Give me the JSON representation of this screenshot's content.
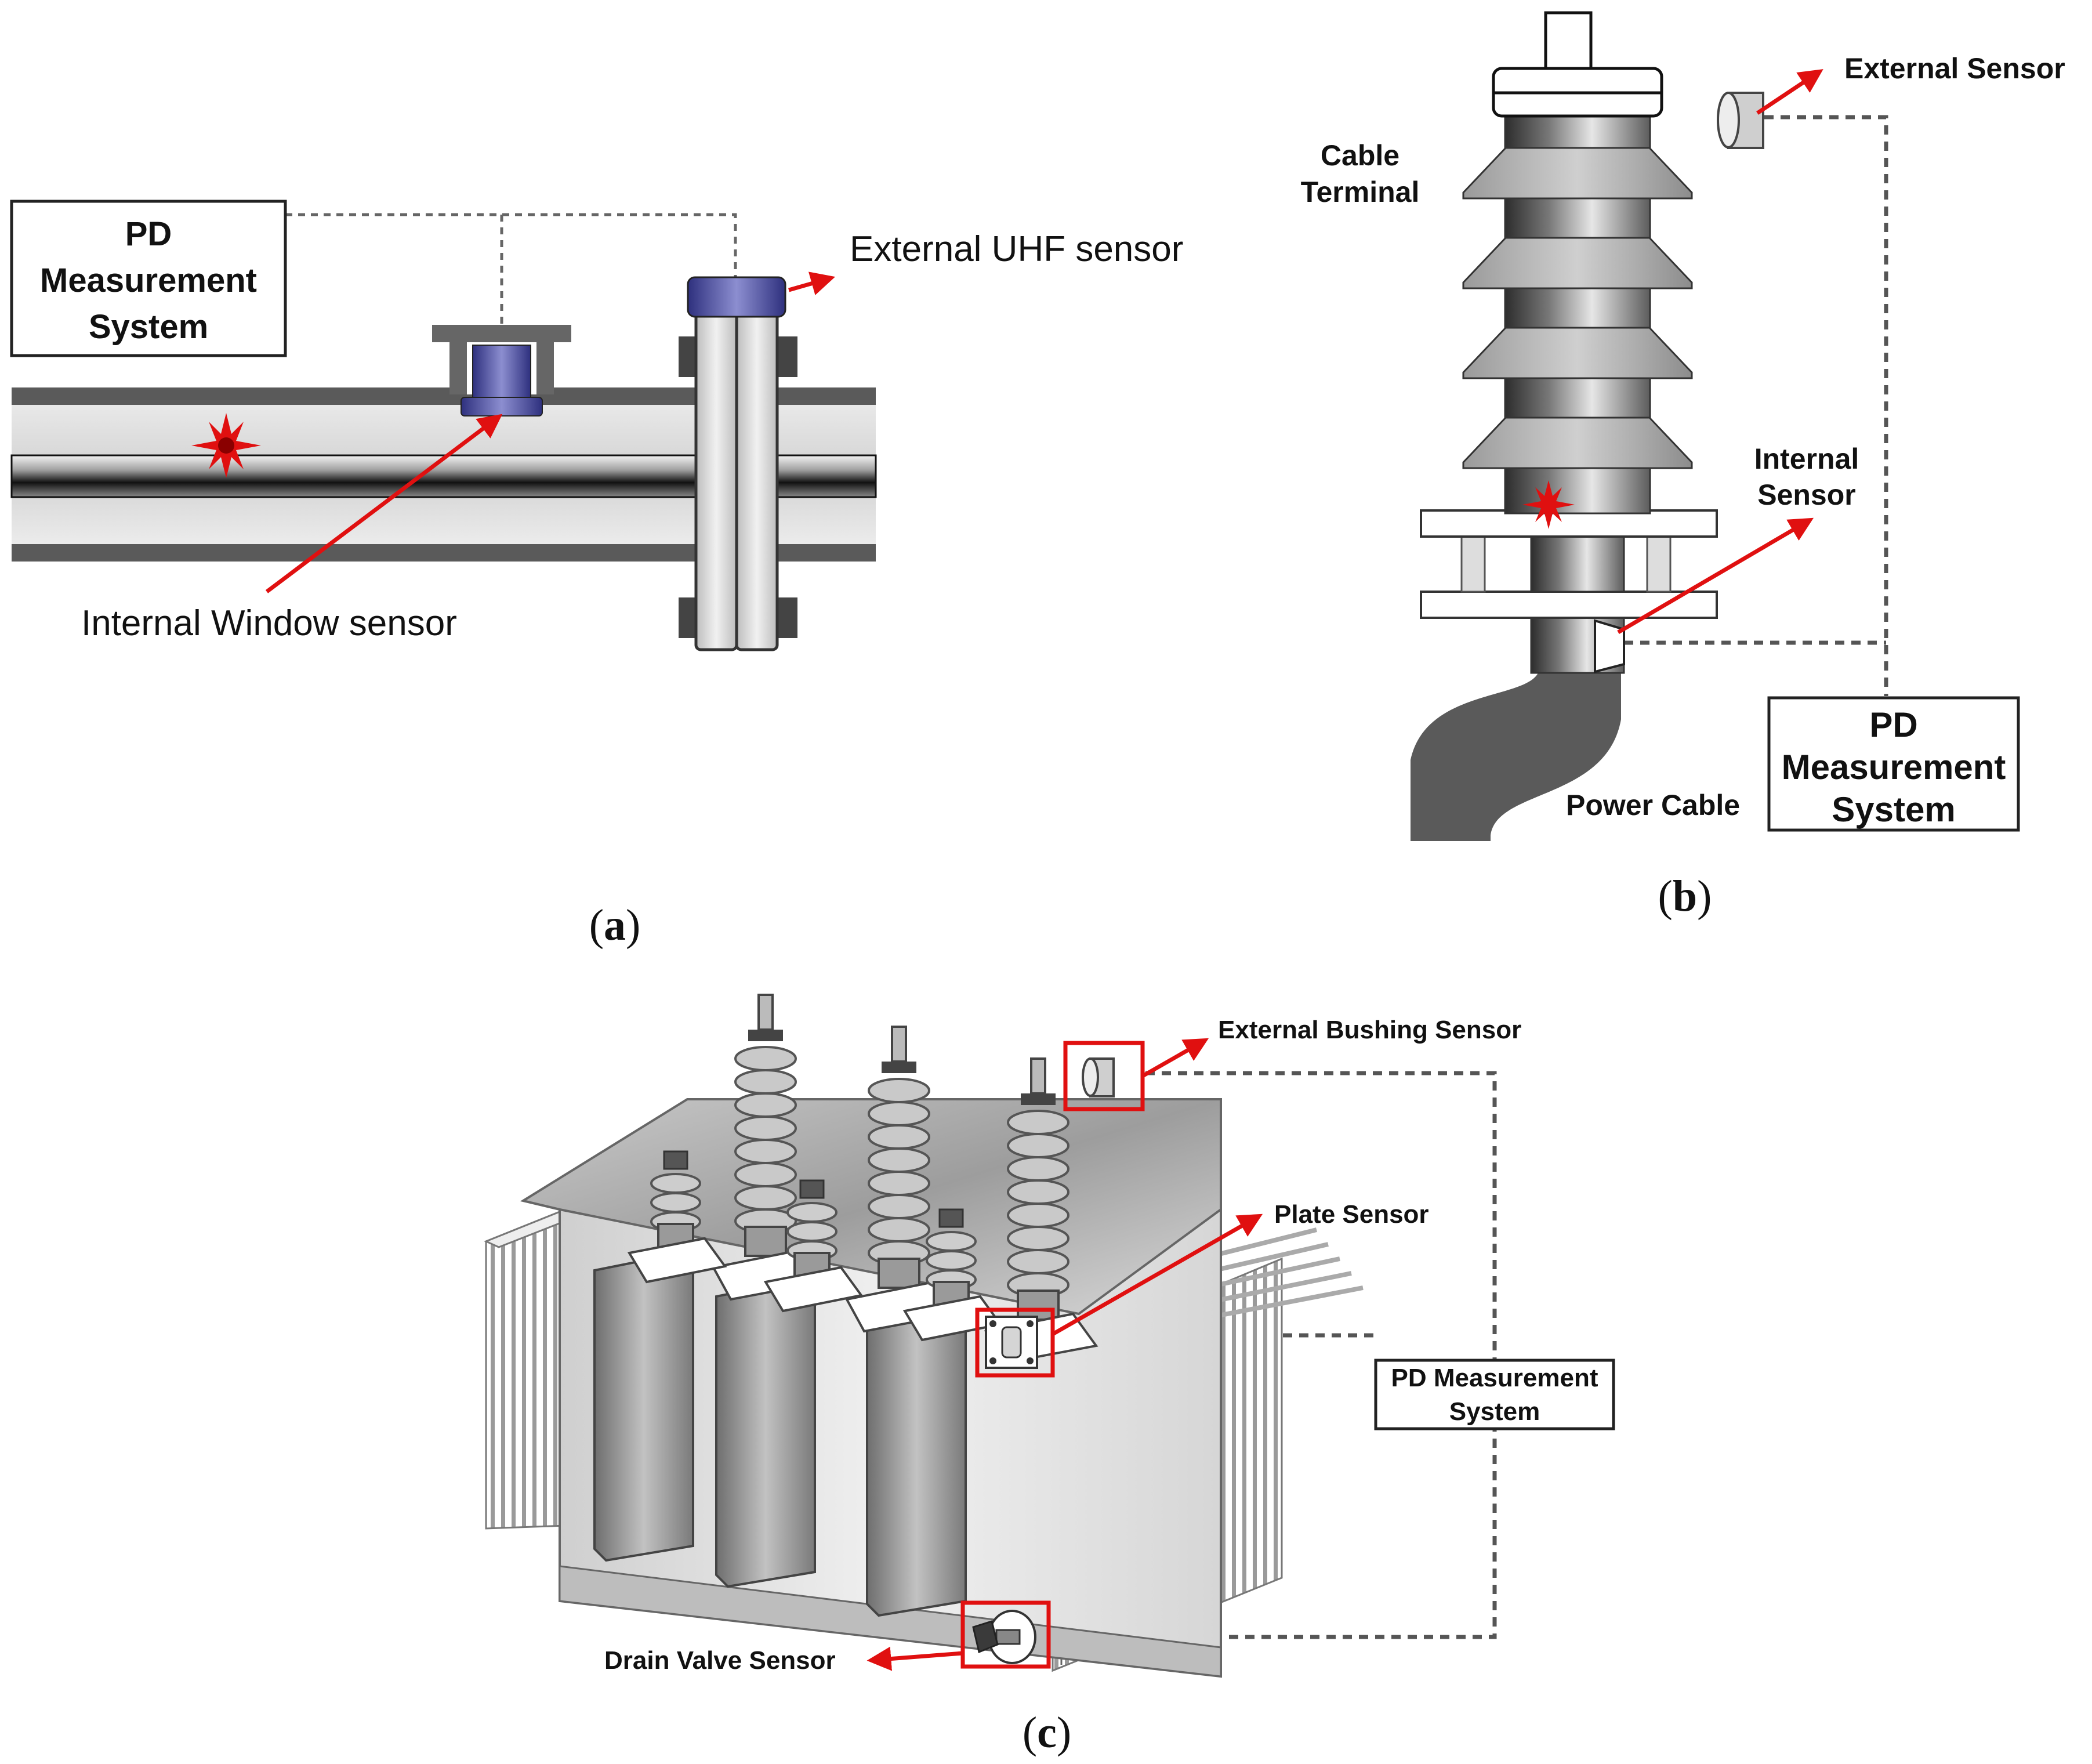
{
  "panel_a": {
    "caption_open": "(",
    "caption_letter": "a",
    "caption_close": ")",
    "box_lines": [
      "PD",
      "Measurement",
      "System"
    ],
    "external_label": "External UHF sensor",
    "internal_label": "Internal Window sensor"
  },
  "panel_b": {
    "caption_open": "(",
    "caption_letter": "b",
    "caption_close": ")",
    "cable_terminal_lines": [
      "Cable",
      "Terminal"
    ],
    "external_label": "External Sensor",
    "internal_lines": [
      "Internal",
      "Sensor"
    ],
    "power_cable_label": "Power Cable",
    "box_lines": [
      "PD",
      "Measurement",
      "System"
    ]
  },
  "panel_c": {
    "caption_open": "(",
    "caption_letter": "c",
    "caption_close": ")",
    "bushing_label": "External Bushing Sensor",
    "plate_label": "Plate Sensor",
    "drain_label": "Drain Valve Sensor",
    "box_lines": [
      "PD Measurement",
      "System"
    ]
  },
  "colors": {
    "arrow": "#e01010",
    "sensor_blue": "#3b3d92",
    "pipe_dark": "#555555",
    "pipe_light": "#d9d9d9",
    "insulator_gray": "#a8a8a8",
    "cable_gray": "#5a5a5a"
  }
}
